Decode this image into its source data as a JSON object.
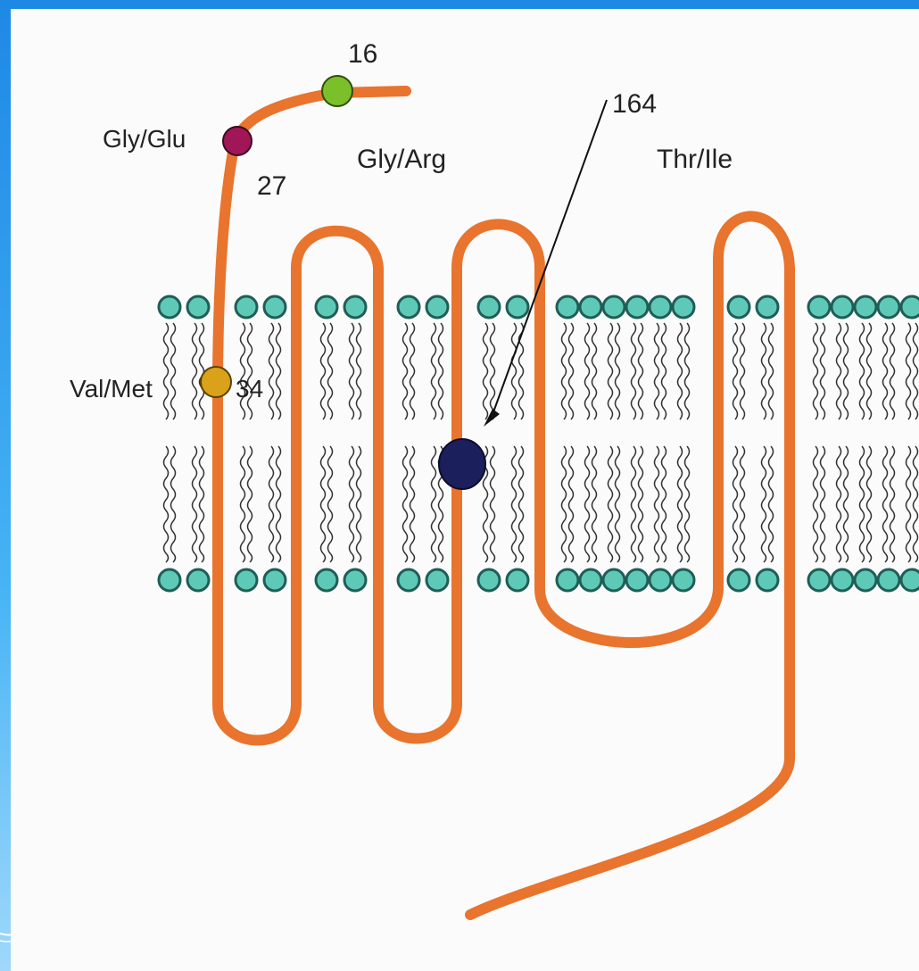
{
  "diagram": {
    "labels": {
      "residue_16": "16",
      "residue_16_variant": "Gly/Arg",
      "residue_27": "27",
      "residue_27_variant": "Gly/Glu",
      "residue_34": "34",
      "residue_34_variant": "Val/Met",
      "residue_164": "164",
      "residue_164_variant": "Thr/Ile"
    },
    "colors": {
      "chain": "#e8742e",
      "lipid_head": "#5fc9b8",
      "lipid_head_outline": "#1f5e57",
      "lipid_tail": "#333333",
      "residue_16": "#7bbf2a",
      "residue_27": "#a01656",
      "residue_34": "#d9a21a",
      "residue_164": "#1b1f5c",
      "frame_blue": "#1e88e5"
    }
  }
}
